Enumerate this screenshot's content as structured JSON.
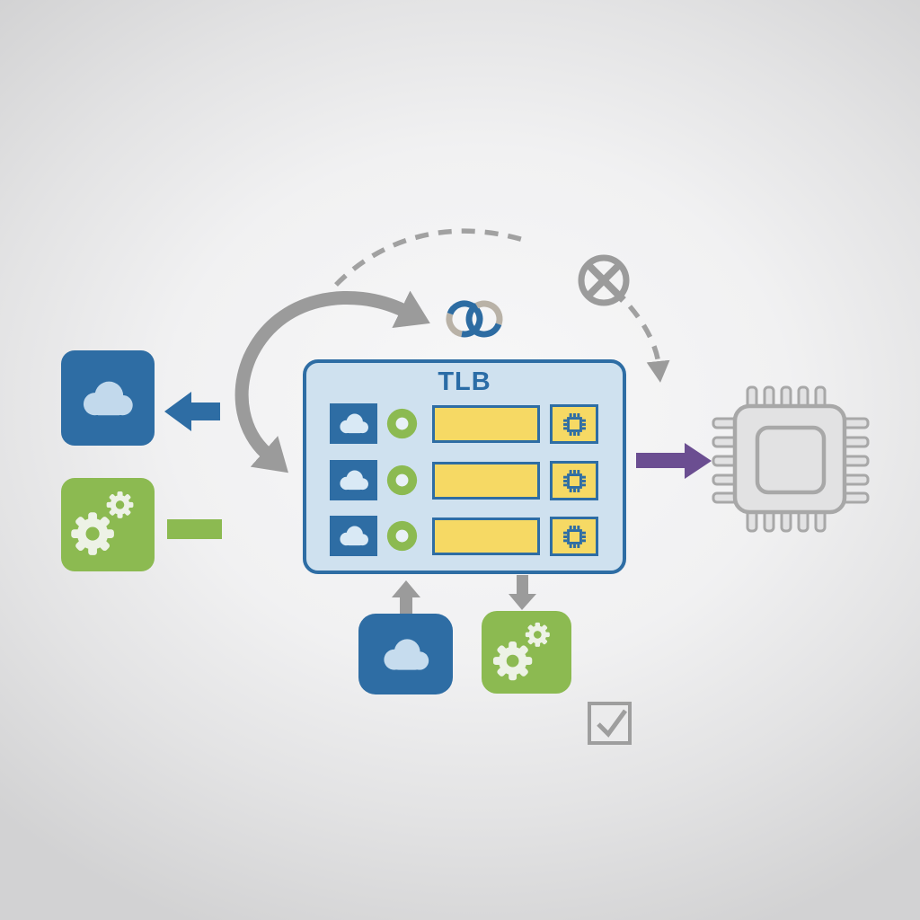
{
  "diagram": {
    "type": "concept-diagram",
    "subject": "TLB address translation",
    "tlb": {
      "title": "TLB",
      "fill_color": "#cfe1ef",
      "border_color": "#2e6da4",
      "row_count": 3,
      "row_cells": [
        "cloud-icon",
        "valid-ring-icon",
        "address-field",
        "chip-icon"
      ],
      "address_field_color": "#f6d964",
      "valid_ring_color": "#8cba51"
    },
    "nodes": {
      "left_cloud_tile": {
        "icon": "cloud-icon",
        "color": "#2e6da4"
      },
      "left_gears_tile": {
        "icon": "gears-icon",
        "color": "#8cba51"
      },
      "bottom_cloud_tile": {
        "icon": "cloud-icon",
        "color": "#2e6da4"
      },
      "bottom_gears_tile": {
        "icon": "gears-icon",
        "color": "#8cba51"
      },
      "cpu_chip": {
        "icon": "cpu-chip-icon",
        "fill": "#e2e2e3",
        "stroke": "#a8a8a8"
      },
      "link": {
        "icon": "link-icon",
        "blue": "#2d6ca2",
        "tan": "#b9b2a7"
      },
      "blocked": {
        "icon": "circled-x-icon",
        "color": "#9b9b9b"
      },
      "checkbox": {
        "icon": "checkbox-checked-icon",
        "color": "#9e9e9e",
        "fill": "#ebebec"
      }
    },
    "connectors": {
      "blue_left_arrow_color": "#2e6da4",
      "green_dash_color": "#8cba51",
      "purple_right_arrow_color": "#6b4e91",
      "gray_curve_arrow_color": "#9b9b9b",
      "dashed_bypass_arc_color": "#a1a1a1",
      "up_arrow_color": "#9b9b9b",
      "down_arrow_color": "#9b9b9b"
    },
    "background": {
      "center_color": "#f7f7f8",
      "edge_color": "#d2d2d3"
    }
  }
}
